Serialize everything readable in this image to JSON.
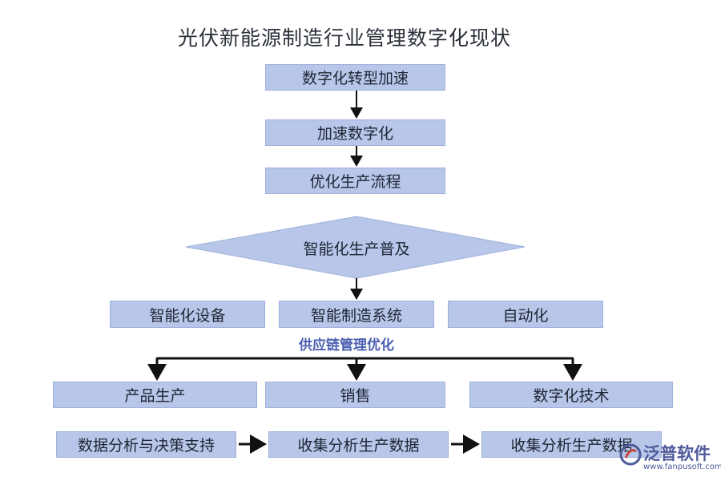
{
  "title": "光伏新能源制造行业管理数字化现状",
  "flow": {
    "step1": "数字化转型加速",
    "step2": "加速数字化",
    "step3": "优化生产流程",
    "diamond": "智能化生产普及"
  },
  "smart_row": [
    "智能化设备",
    "智能制造系统",
    "自动化"
  ],
  "supply_chain_label": "供应链管理优化",
  "supply_row": [
    "产品生产",
    "销售",
    "数字化技术"
  ],
  "data_row": [
    "数据分析与决策支持",
    "收集分析生产数据",
    "收集分析生产数据"
  ],
  "watermark": {
    "text": "泛普软件",
    "url": "www.fanpusoft.com"
  },
  "colors": {
    "box_fill": "#b7c6e9",
    "box_border": "#9fb0da",
    "accent_text": "#4a5fb0",
    "line": "#111111"
  }
}
